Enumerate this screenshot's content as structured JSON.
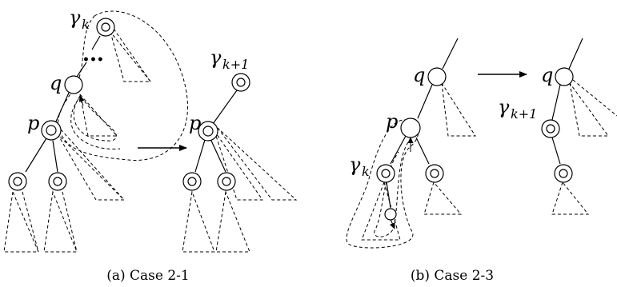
{
  "labels": {
    "gamma": "γ",
    "k": "k",
    "k_plus_1": "k+1",
    "q": "q",
    "p": "p",
    "dots": "•••"
  },
  "captions": {
    "a": "(a)  Case 2-1",
    "b": "(b)  Case 2-3"
  }
}
